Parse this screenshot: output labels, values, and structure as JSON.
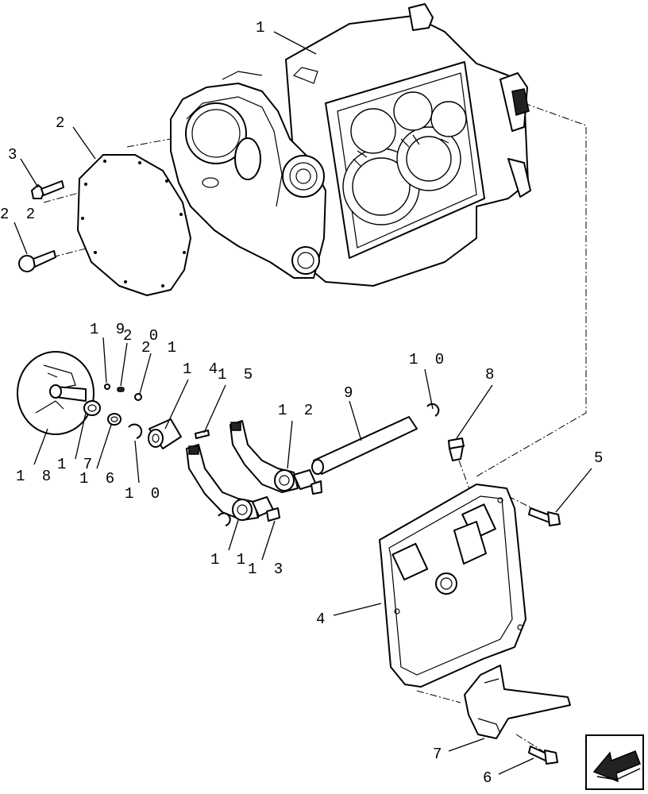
{
  "diagram": {
    "callouts": [
      {
        "id": "c1",
        "text": "1"
      },
      {
        "id": "c2",
        "text": "2"
      },
      {
        "id": "c3",
        "text": "3"
      },
      {
        "id": "c22",
        "text": "2 2"
      },
      {
        "id": "c4",
        "text": "4"
      },
      {
        "id": "c5",
        "text": "5"
      },
      {
        "id": "c6",
        "text": "6"
      },
      {
        "id": "c7",
        "text": "7"
      },
      {
        "id": "c8",
        "text": "8"
      },
      {
        "id": "c9",
        "text": "9"
      },
      {
        "id": "c10a",
        "text": "1 0"
      },
      {
        "id": "c10b",
        "text": "1 0"
      },
      {
        "id": "c11",
        "text": "1 1"
      },
      {
        "id": "c12",
        "text": "1 2"
      },
      {
        "id": "c13",
        "text": "1 3"
      },
      {
        "id": "c14",
        "text": "1 4"
      },
      {
        "id": "c15",
        "text": "1 5"
      },
      {
        "id": "c16",
        "text": "1 6"
      },
      {
        "id": "c17",
        "text": "1 7"
      },
      {
        "id": "c18",
        "text": "1 8"
      },
      {
        "id": "c19",
        "text": "1 9"
      },
      {
        "id": "c20",
        "text": "2 0"
      },
      {
        "id": "c21",
        "text": "2 1"
      }
    ],
    "nav_icon": "back-arrow-icon"
  }
}
